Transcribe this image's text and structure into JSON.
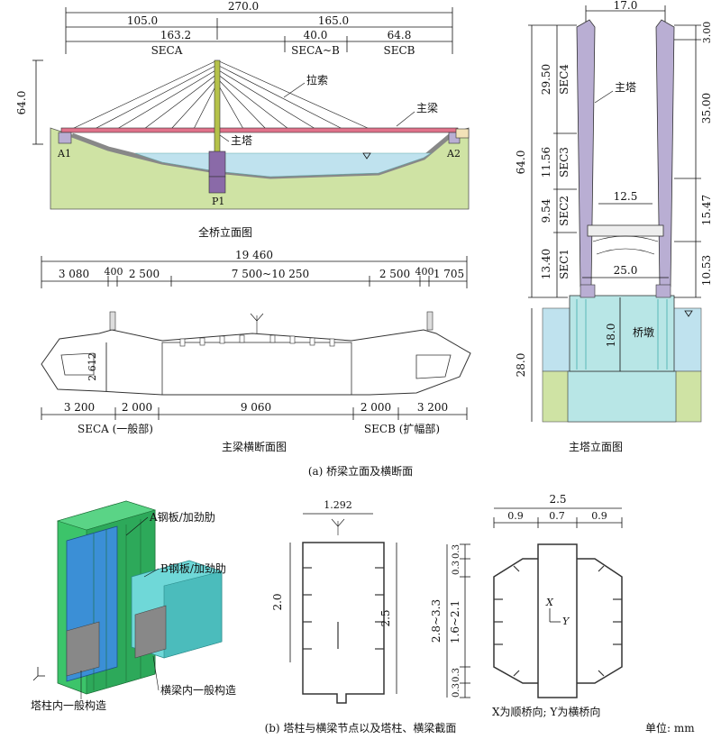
{
  "elevation": {
    "total": "270.0",
    "span_left": "105.0",
    "span_right": "165.0",
    "seca_len": "163.2",
    "secab_len": "40.0",
    "secb_len": "64.8",
    "seca": "SECA",
    "secab": "SECA~B",
    "secb": "SECB",
    "height": "64.0",
    "cable": "拉索",
    "girder": "主梁",
    "tower": "主塔",
    "a1": "A1",
    "a2": "A2",
    "p1": "P1",
    "title": "全桥立面图"
  },
  "cross_section": {
    "total": "19 460",
    "top_dims": [
      "3 080",
      "400",
      "2 500",
      "7 500~10 250",
      "2 500",
      "400",
      "1 705"
    ],
    "height": "2 612",
    "bottom_dims": [
      "3 200",
      "2 000",
      "9 060",
      "2 000",
      "3 200"
    ],
    "seca_label": "SECA (一般部)",
    "secb_label": "SECB (扩幅部)",
    "title": "主梁横断面图"
  },
  "tower": {
    "width_top": "17.0",
    "height": "64.0",
    "right_dims": [
      "3.00",
      "35.00",
      "15.47",
      "10.53"
    ],
    "left_dims": [
      "29.50",
      "11.56",
      "9.54",
      "13.40"
    ],
    "sections": [
      "SEC4",
      "SEC3",
      "SEC2",
      "SEC1"
    ],
    "inner_width": "12.5",
    "base_width": "25.0",
    "pier_height": "18.0",
    "foundation": "28.0",
    "pier": "桥墩",
    "tower_label": "主塔",
    "title": "主塔立面图"
  },
  "caption_a": "(a) 桥梁立面及横断面",
  "model": {
    "a_plate": "A钢板/加劲肋",
    "b_plate": "B钢板/加劲肋",
    "beam_inner": "横梁内一般构造",
    "tower_inner": "塔柱内一般构造"
  },
  "section_col": {
    "width": "1.292",
    "h1": "2.0",
    "h2": "2.5"
  },
  "section_beam": {
    "total": "2.5",
    "top_dims": [
      "0.9",
      "0.7",
      "0.9"
    ],
    "left_dims": [
      "0.3",
      "0.3",
      "1.6~2.1",
      "0.3",
      "0.3"
    ],
    "outer": "2.8~3.3",
    "x_axis": "X",
    "y_axis": "Y"
  },
  "legend_axes": "X为顺桥向; Y为横桥向",
  "unit": "单位: mm",
  "caption_b": "(b) 塔柱与横梁节点以及塔柱、横梁截面",
  "colors": {
    "ground": "#cfe3a4",
    "water": "#bfe2ee",
    "girder": "#e0728a",
    "tower": "#b9aed3",
    "tower_olive": "#b5c24a",
    "pier": "#b8e6e6",
    "pier_dark": "#7ccfcf",
    "green3d": "#3cc46a",
    "blue3d": "#3b8fd6",
    "cyan3d": "#6fd8d8"
  }
}
